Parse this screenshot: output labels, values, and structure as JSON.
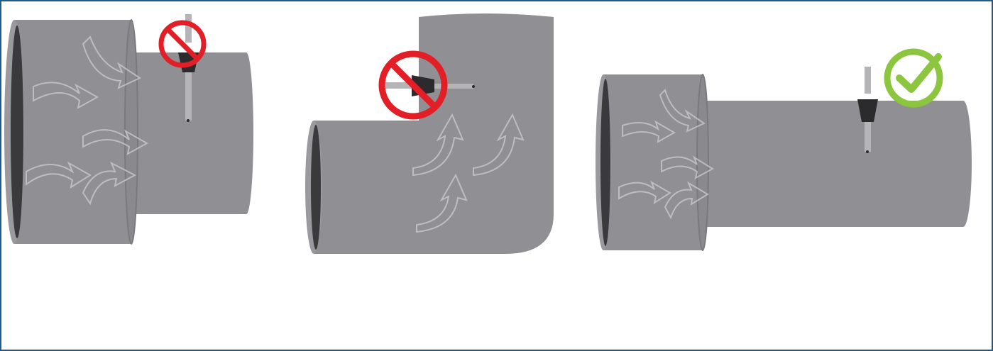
{
  "diagram": {
    "panels": [
      {
        "id": "reducer-before",
        "verdict": "incorrect",
        "verdict_icon": "prohibited-icon"
      },
      {
        "id": "elbow-near-bend",
        "verdict": "incorrect",
        "verdict_icon": "prohibited-icon"
      },
      {
        "id": "straight-run-after-reducer",
        "verdict": "correct",
        "verdict_icon": "checkmark-icon"
      }
    ],
    "colors": {
      "pipe": "#909094",
      "pipe_edge": "#7a7a7e",
      "pipe_opening_dark": "#3a3a3d",
      "probe_body": "#2b2b2d",
      "probe_metal": "#b5b5b8",
      "prohibited_red": "#e21e26",
      "check_green": "#8cc63f",
      "flow_arrow": "#c9c9cc",
      "border": "#1d5c8c"
    }
  }
}
